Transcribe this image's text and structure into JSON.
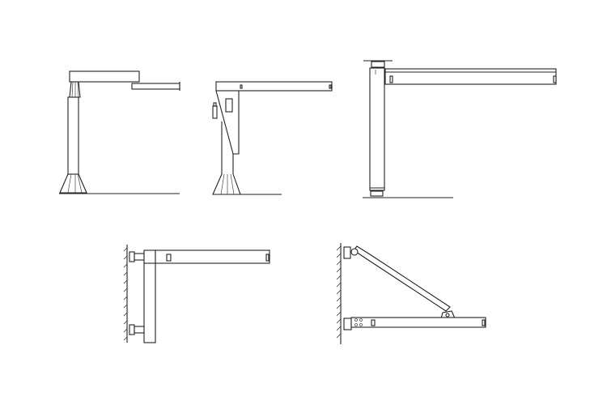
{
  "figure": {
    "panels": [
      {
        "id": "pillar-jib-crane-tapered-base"
      },
      {
        "id": "pillar-jib-crane-with-motor"
      },
      {
        "id": "floor-ceiling-mounted-jib-crane"
      },
      {
        "id": "wall-mounted-jib-crane-bracket"
      },
      {
        "id": "wall-mounted-jib-crane-tie-rod"
      }
    ],
    "line_color": "#222222",
    "background": "#ffffff"
  }
}
